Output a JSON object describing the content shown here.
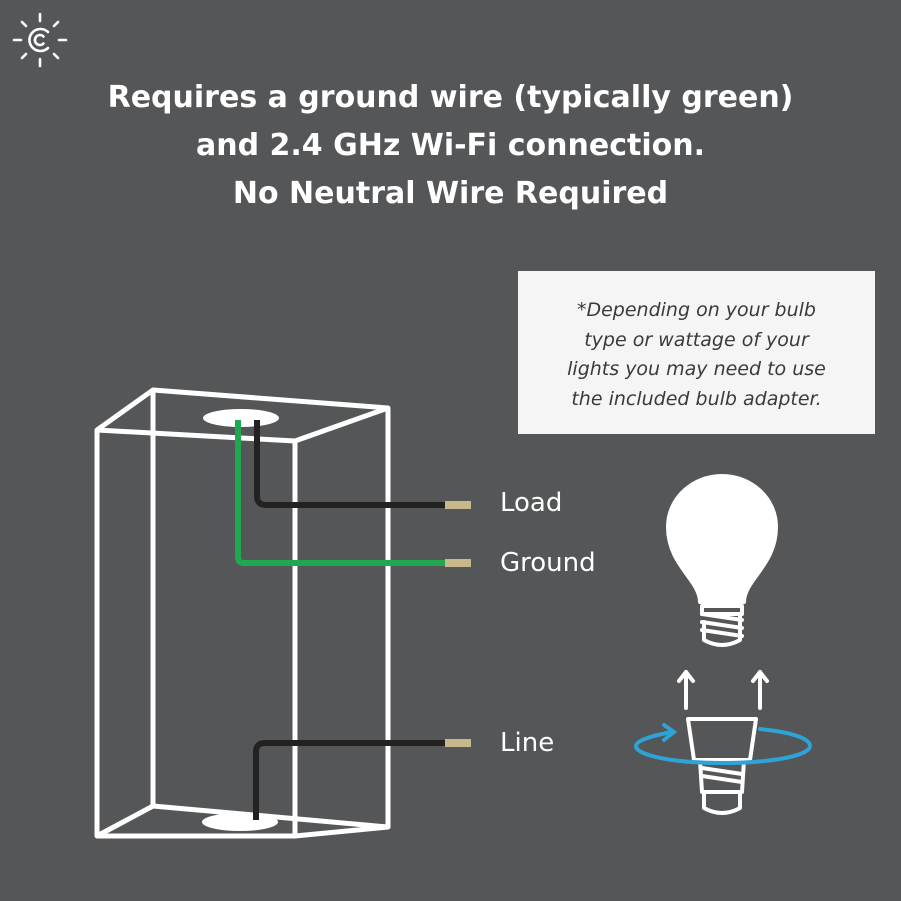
{
  "headline": {
    "line1": "Requires a ground wire (typically green)",
    "line2": "and 2.4 GHz Wi-Fi connection.",
    "line3": "No Neutral Wire Required"
  },
  "note": {
    "line1": "*Depending on your bulb",
    "line2": "type or wattage of your",
    "line3": "lights you may need to use",
    "line4": "the included bulb adapter."
  },
  "wires": {
    "load": "Load",
    "ground": "Ground",
    "line": "Line"
  },
  "colors": {
    "background": "#545658",
    "ground_wire": "#1fa84f",
    "hot_wire": "#222222",
    "wire_tip": "#c8b98c",
    "rotate_arrow": "#2ea3d6"
  },
  "icons": [
    "brand-logo-icon",
    "light-bulb-icon",
    "bulb-adapter-icon",
    "rotate-arrow-icon",
    "up-arrow-icon"
  ]
}
